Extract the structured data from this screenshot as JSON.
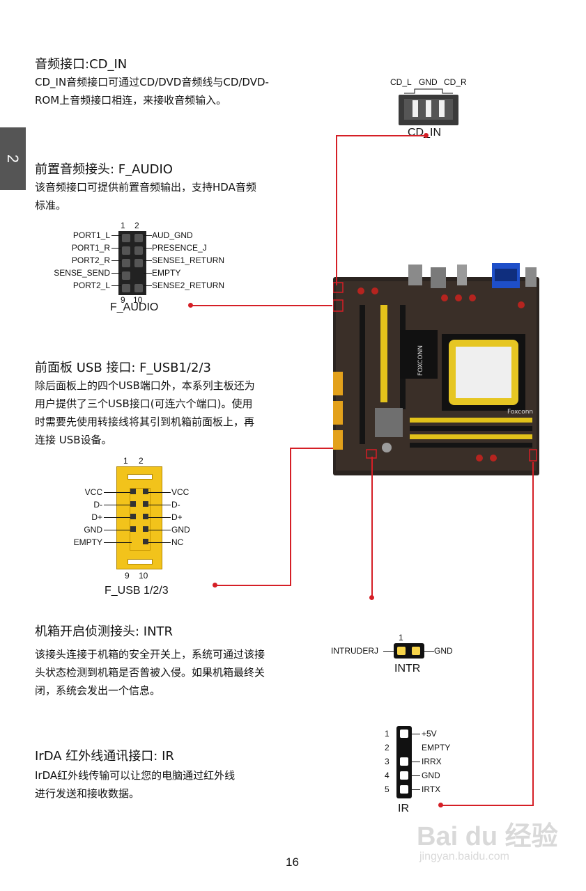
{
  "chapter_tab": "2",
  "page_number": "16",
  "sections": {
    "cd_in": {
      "title": "音频接口:CD_IN",
      "lines": [
        "CD_IN音频接口可通过CD/DVD音频线与CD/DVD-",
        "ROM上音频接口相连，来接收音频输入。"
      ]
    },
    "f_audio": {
      "title": "前置音频接头: F_AUDIO",
      "lines": [
        "该音频接口可提供前置音频输出，支持HDA音频",
        "标准。"
      ]
    },
    "f_usb": {
      "title": "前面板 USB 接口: F_USB1/2/3",
      "lines": [
        "除后面板上的四个USB端口外，本系列主板还为",
        "用户提供了三个USB接口(可连六个端口)。使用",
        "时需要先使用转接线将其引到机箱前面板上，再",
        "连接 USB设备。"
      ]
    },
    "intr": {
      "title": "机箱开启侦测接头: INTR",
      "lines": [
        "该接头连接于机箱的安全开关上，系统可通过该接",
        "头状态检测到机箱是否曾被入侵。如果机箱最终关",
        "闭，系统会发出一个信息。"
      ]
    },
    "ir": {
      "title": "IrDA  红外线通讯接口: IR",
      "lines": [
        "IrDA红外线传输可以让您的电脑通过红外线",
        "进行发送和接收数据。"
      ]
    }
  },
  "diagrams": {
    "cd_in": {
      "labels": [
        "CD_L",
        "GND",
        "CD_R"
      ],
      "caption": "CD_IN"
    },
    "f_audio": {
      "top_pins": [
        "1",
        "2"
      ],
      "bottom_pins": [
        "9",
        "10"
      ],
      "left": [
        "PORT1_L",
        "PORT1_R",
        "PORT2_R",
        "SENSE_SEND",
        "PORT2_L"
      ],
      "right": [
        "AUD_GND",
        "PRESENCE_J",
        "SENSE1_RETURN",
        "EMPTY",
        "SENSE2_RETURN"
      ],
      "caption": "F_AUDIO"
    },
    "f_usb": {
      "top_pins": [
        "1",
        "2"
      ],
      "bottom_pins": [
        "9",
        "10"
      ],
      "left": [
        "VCC",
        "D-",
        "D+",
        "GND",
        "EMPTY"
      ],
      "right": [
        "VCC",
        "D-",
        "D+",
        "GND",
        "NC"
      ],
      "caption": "F_USB 1/2/3"
    },
    "intr": {
      "pin1": "1",
      "left": "INTRUDERJ",
      "right": "GND",
      "caption": "INTR"
    },
    "ir": {
      "numbers": [
        "1",
        "2",
        "3",
        "4",
        "5"
      ],
      "labels": [
        "+5V",
        "EMPTY",
        "IRRX",
        "GND",
        "IRTX"
      ],
      "caption": "IR"
    },
    "motherboard": {
      "brand": "FOXCONN",
      "brand2": "Foxconn"
    }
  },
  "watermark": {
    "logo": "Bai du 经验",
    "url": "jingyan.baidu.com"
  },
  "colors": {
    "accent_red": "#d51f26",
    "tab_gray": "#555555",
    "usb_yellow": "#f2c31b"
  }
}
